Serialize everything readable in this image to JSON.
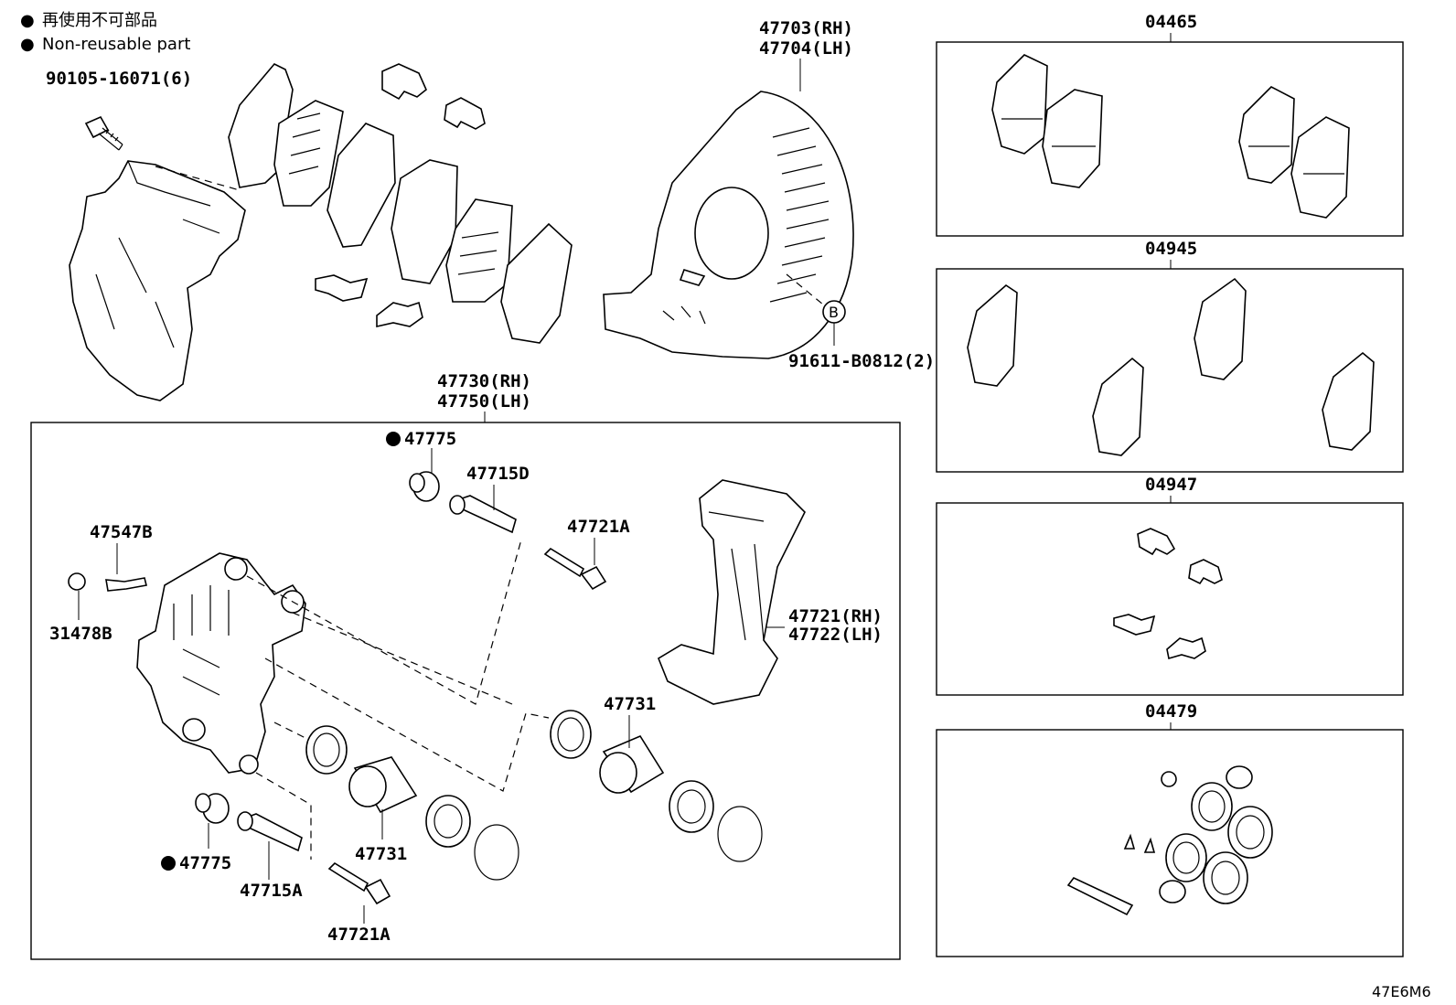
{
  "legend": {
    "symbol": "●",
    "line_jp": "再使用不可部品",
    "line_en": "Non-reusable part"
  },
  "labels": {
    "bolt_top": "90105-16071(6)",
    "dust_cover_rh": "47703(RH)",
    "dust_cover_lh": "47704(LH)",
    "callout_b": "B",
    "screw_b": "91611-B0812(2)",
    "caliper_rh": "47730(RH)",
    "caliper_lh": "47750(LH)",
    "boot_upper": "47775",
    "pin_upper": "47715D",
    "bolt_upper": "47721A",
    "bleeder": "47547B",
    "bleeder_cap": "31478B",
    "mounting_rh": "47721(RH)",
    "mounting_lh": "47722(LH)",
    "piston_right": "47731",
    "piston_left": "47731",
    "boot_lower": "47775",
    "pin_lower": "47715A",
    "bolt_lower": "47721A",
    "kit_pads": "04465",
    "kit_shims": "04945",
    "kit_clips": "04947",
    "kit_seals": "04479",
    "diagram_code": "47E6M6"
  }
}
